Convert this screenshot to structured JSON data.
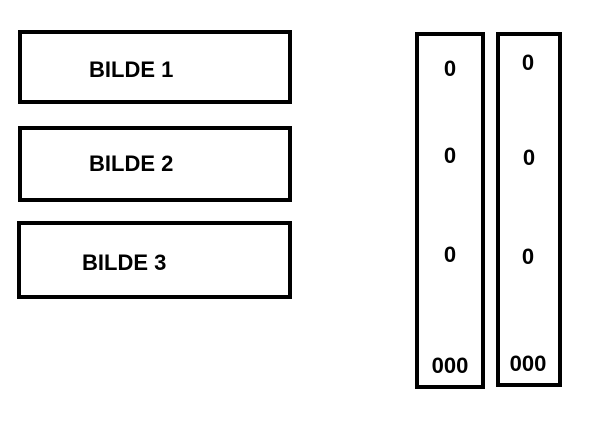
{
  "boxes": [
    {
      "label": "BILDE 1"
    },
    {
      "label": "BILDE 2"
    },
    {
      "label": "BILDE 3"
    }
  ],
  "columns": [
    {
      "values": [
        "0",
        "0",
        "0",
        "000"
      ]
    },
    {
      "values": [
        "0",
        "0",
        "0",
        "000"
      ]
    }
  ]
}
